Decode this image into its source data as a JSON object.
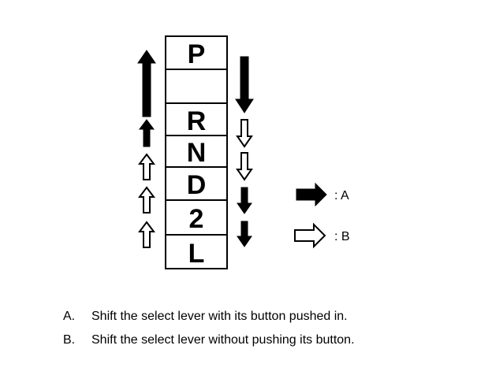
{
  "gates": [
    "P",
    "",
    "R",
    "N",
    "D",
    "2",
    "L"
  ],
  "legend": [
    {
      "key": "A",
      "label": ": A",
      "style": "filled"
    },
    {
      "key": "B",
      "label": ": B",
      "style": "outline"
    }
  ],
  "notes": [
    {
      "key": "A.",
      "text": "Shift the select lever with its button pushed in."
    },
    {
      "key": "B.",
      "text": "Shift the select lever without pushing its button."
    }
  ],
  "colors": {
    "ink": "#000000",
    "paper": "#ffffff"
  }
}
